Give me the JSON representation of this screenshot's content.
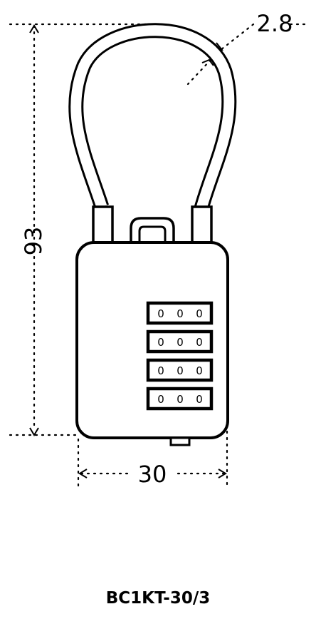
{
  "dimensions": {
    "height": "93",
    "width": "30",
    "shackle_thickness": "2.8"
  },
  "dials": [
    [
      "0",
      "0",
      "0"
    ],
    [
      "0",
      "0",
      "0"
    ],
    [
      "0",
      "0",
      "0"
    ],
    [
      "0",
      "0",
      "0"
    ]
  ],
  "model": "BC1KT-30/3"
}
